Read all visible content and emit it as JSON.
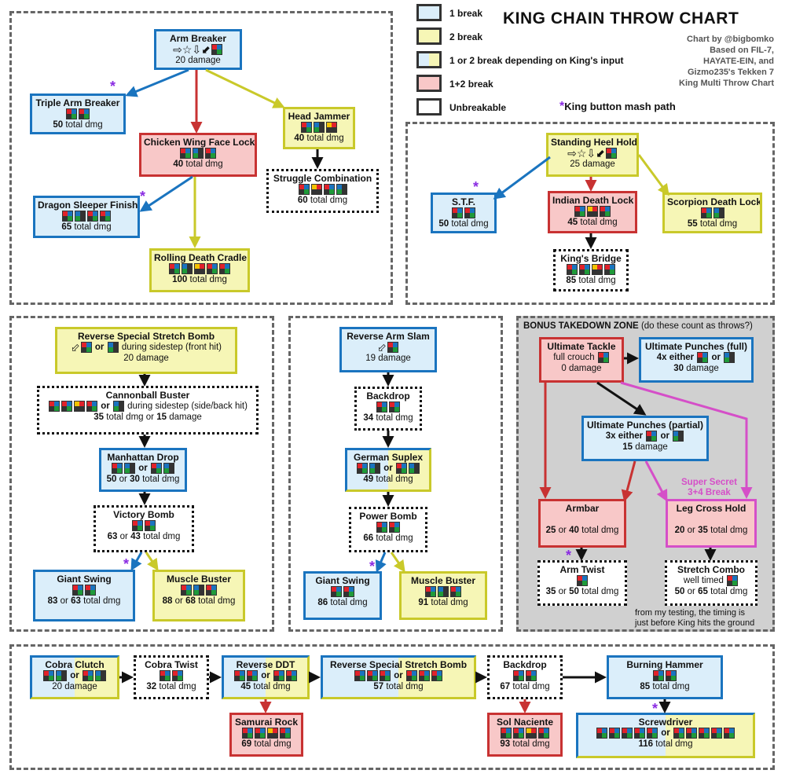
{
  "title": "KING CHAIN THROW CHART",
  "credit": [
    "Chart by @bigbomko",
    "Based on FIL-7,",
    "HAYATE-EIN, and",
    "Gizmo235's Tekken 7",
    "King Multi Throw Chart"
  ],
  "legend": [
    {
      "label": "1 break"
    },
    {
      "label": "2 break"
    },
    {
      "label": "1 or 2 break depending on King's input"
    },
    {
      "label": "1+2 break"
    },
    {
      "label": "Unbreakable"
    }
  ],
  "mash_legend": "King button mash path",
  "bonus": {
    "title": "BONUS TAKEDOWN ZONE",
    "subtitle": "(do these count as throws?)"
  },
  "nodes": {
    "arm_breaker": {
      "title": "Arm Breaker",
      "dmg": "20 damage"
    },
    "triple_arm": {
      "title": "Triple Arm Breaker",
      "dmg_num": "50",
      "dmg_suffix": "total dmg"
    },
    "head_jammer": {
      "title": "Head Jammer",
      "dmg_num": "40",
      "dmg_suffix": "total dmg"
    },
    "chicken_wing": {
      "title": "Chicken Wing Face Lock",
      "dmg_num": "40",
      "dmg_suffix": "total dmg"
    },
    "struggle": {
      "title": "Struggle Combination",
      "dmg_num": "60",
      "dmg_suffix": "total dmg"
    },
    "dragon_sleeper": {
      "title": "Dragon Sleeper Finish",
      "dmg_num": "65",
      "dmg_suffix": "total dmg"
    },
    "rolling_death": {
      "title": "Rolling Death Cradle",
      "dmg_num": "100",
      "dmg_suffix": "total dmg"
    },
    "standing_heel": {
      "title": "Standing Heel Hold",
      "dmg": "25 damage"
    },
    "stf": {
      "title": "S.T.F.",
      "dmg_num": "50",
      "dmg_suffix": "total dmg"
    },
    "indian_death": {
      "title": "Indian Death Lock",
      "dmg_num": "45",
      "dmg_suffix": "total dmg"
    },
    "scorpion": {
      "title": "Scorpion Death Lock",
      "dmg_num": "55",
      "dmg_suffix": "total dmg"
    },
    "kings_bridge": {
      "title": "King's Bridge",
      "dmg_num": "85",
      "dmg_suffix": "total dmg"
    },
    "rssb": {
      "title": "Reverse Special Stretch Bomb",
      "or": "or",
      "note": "during sidestep (front hit)",
      "dmg": "20 damage"
    },
    "cannonball": {
      "title": "Cannonball Buster",
      "or": "or",
      "note": "during sidestep (side/back hit)",
      "dmg_a": "35",
      "dmg_mid": "total dmg or",
      "dmg_b": "15",
      "dmg_suffix": "damage"
    },
    "manhattan": {
      "title": "Manhattan Drop",
      "or": "or",
      "dmg_a": "50",
      "dmg_mid": "or",
      "dmg_b": "30",
      "dmg_suffix": "total dmg"
    },
    "victory_bomb": {
      "title": "Victory Bomb",
      "dmg_a": "63",
      "dmg_mid": "or",
      "dmg_b": "43",
      "dmg_suffix": "total dmg"
    },
    "giant_swing_a": {
      "title": "Giant Swing",
      "dmg_a": "83",
      "dmg_mid": "or",
      "dmg_b": "63",
      "dmg_suffix": "total dmg"
    },
    "muscle_buster_a": {
      "title": "Muscle Buster",
      "dmg_a": "88",
      "dmg_mid": "or",
      "dmg_b": "68",
      "dmg_suffix": "total dmg"
    },
    "reverse_arm_slam": {
      "title": "Reverse Arm Slam",
      "dmg": "19 damage"
    },
    "backdrop_a": {
      "title": "Backdrop",
      "dmg_num": "34",
      "dmg_suffix": "total dmg"
    },
    "german_suplex": {
      "title": "German Suplex",
      "or": "or",
      "dmg_num": "49",
      "dmg_suffix": "total dmg"
    },
    "power_bomb": {
      "title": "Power Bomb",
      "dmg_num": "66",
      "dmg_suffix": "total dmg"
    },
    "giant_swing_b": {
      "title": "Giant Swing",
      "dmg_num": "86",
      "dmg_suffix": "total dmg"
    },
    "muscle_buster_b": {
      "title": "Muscle Buster",
      "dmg_num": "91",
      "dmg_suffix": "total dmg"
    },
    "ultimate_tackle": {
      "title": "Ultimate Tackle",
      "note": "full crouch",
      "dmg": "0 damage"
    },
    "ultimate_punches_full": {
      "title": "Ultimate Punches (full)",
      "pre": "4x either",
      "or": "or",
      "dmg_num": "30",
      "dmg_suffix": "damage"
    },
    "ultimate_punches_partial": {
      "title": "Ultimate Punches (partial)",
      "pre": "3x either",
      "or": "or",
      "dmg_num": "15",
      "dmg_suffix": "damage"
    },
    "armbar": {
      "title": "Armbar",
      "dmg_a": "25",
      "dmg_mid": "or",
      "dmg_b": "40",
      "dmg_suffix": "total dmg"
    },
    "leg_cross": {
      "title": "Leg Cross Hold",
      "dmg_a": "20",
      "dmg_mid": "or",
      "dmg_b": "35",
      "dmg_suffix": "total dmg"
    },
    "arm_twist": {
      "title": "Arm Twist",
      "dmg_a": "35",
      "dmg_mid": "or",
      "dmg_b": "50",
      "dmg_suffix": "total dmg"
    },
    "stretch_combo": {
      "title": "Stretch Combo",
      "note": "well timed",
      "dmg_a": "50",
      "dmg_mid": "or",
      "dmg_b": "65",
      "dmg_suffix": "total dmg"
    },
    "cobra_clutch": {
      "title": "Cobra Clutch",
      "or": "or",
      "dmg": "20 damage"
    },
    "cobra_twist": {
      "title": "Cobra Twist",
      "dmg_num": "32",
      "dmg_suffix": "total dmg"
    },
    "reverse_ddt": {
      "title": "Reverse DDT",
      "or": "or",
      "dmg_num": "45",
      "dmg_suffix": "total dmg"
    },
    "rssb_b": {
      "title": "Reverse Special Stretch Bomb",
      "or": "or",
      "dmg_num": "57",
      "dmg_suffix": "total dmg"
    },
    "backdrop_b": {
      "title": "Backdrop",
      "dmg_num": "67",
      "dmg_suffix": "total dmg"
    },
    "burning_hammer": {
      "title": "Burning Hammer",
      "dmg_num": "85",
      "dmg_suffix": "total dmg"
    },
    "samurai_rock": {
      "title": "Samurai Rock",
      "dmg_num": "69",
      "dmg_suffix": "total dmg"
    },
    "sol_naciente": {
      "title": "Sol Naciente",
      "dmg_num": "93",
      "dmg_suffix": "total dmg"
    },
    "screwdriver": {
      "title": "Screwdriver",
      "or": "or",
      "dmg_num": "116",
      "dmg_suffix": "total dmg"
    }
  },
  "super_secret": [
    "Super Secret",
    "3+4 Break"
  ],
  "timing_note": [
    "from my testing, the timing is",
    "just before King hits the ground"
  ],
  "colors": {
    "one_break": "#1a74bf",
    "two_break": "#c9c92a",
    "one_plus_two": "#c83232",
    "mash": "#8a2be2",
    "secret": "#d54fc8"
  }
}
